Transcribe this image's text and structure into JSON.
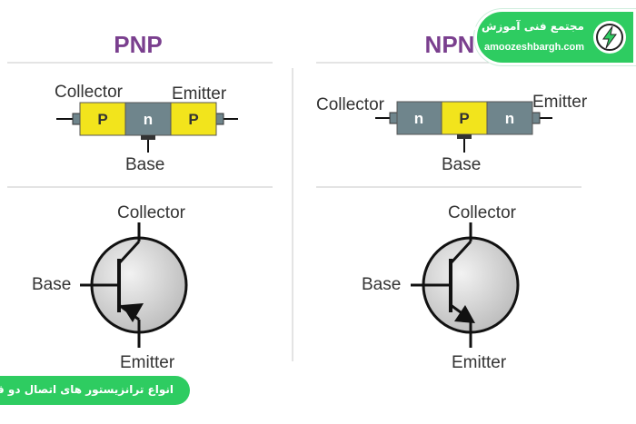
{
  "brand": {
    "name_fa": "مجتمع فنی آموزش برق",
    "domain": "amoozeshbargh.com",
    "logo_icon": "lightning-bolt-icon"
  },
  "caption": "انواع ترانزیستور های اتصال دو قطبی",
  "pnp": {
    "title": "PNP",
    "layers": [
      "P",
      "n",
      "P"
    ],
    "collector": "Collector",
    "emitter": "Emitter",
    "base": "Base"
  },
  "npn": {
    "title": "NPN",
    "layers": [
      "n",
      "P",
      "n"
    ],
    "collector": "Collector",
    "emitter": "Emitter",
    "base": "Base"
  },
  "colors": {
    "title": "#7a3f8e",
    "p_layer": "#f2e41c",
    "n_layer": "#6f858c",
    "accent_green": "#2ecc61",
    "symbol_fill": "#d6d6d6"
  }
}
